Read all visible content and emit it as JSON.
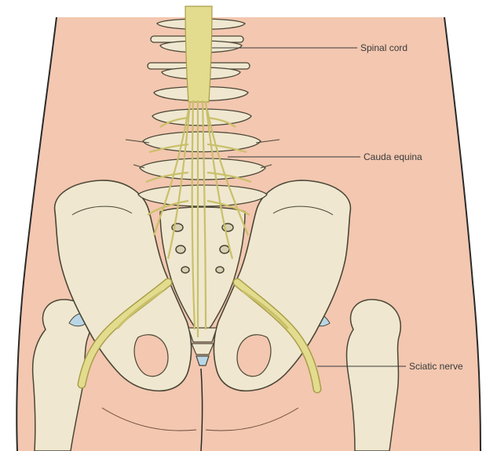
{
  "labels": {
    "spinal_cord": "Spinal cord",
    "cauda_equina": "Cauda equina",
    "sciatic_nerve": "Sciatic nerve"
  },
  "colors": {
    "skin": "#f3c7b0",
    "body_outline": "#2a2a2a",
    "bone": "#efe7cf",
    "bone_shadow": "#d9cfb2",
    "bone_outline": "#4a4636",
    "nerve": "#e3dc8e",
    "nerve_dark": "#c9c06a",
    "cartilage": "#b9d6e6",
    "leader_line": "#3a3a3a"
  }
}
